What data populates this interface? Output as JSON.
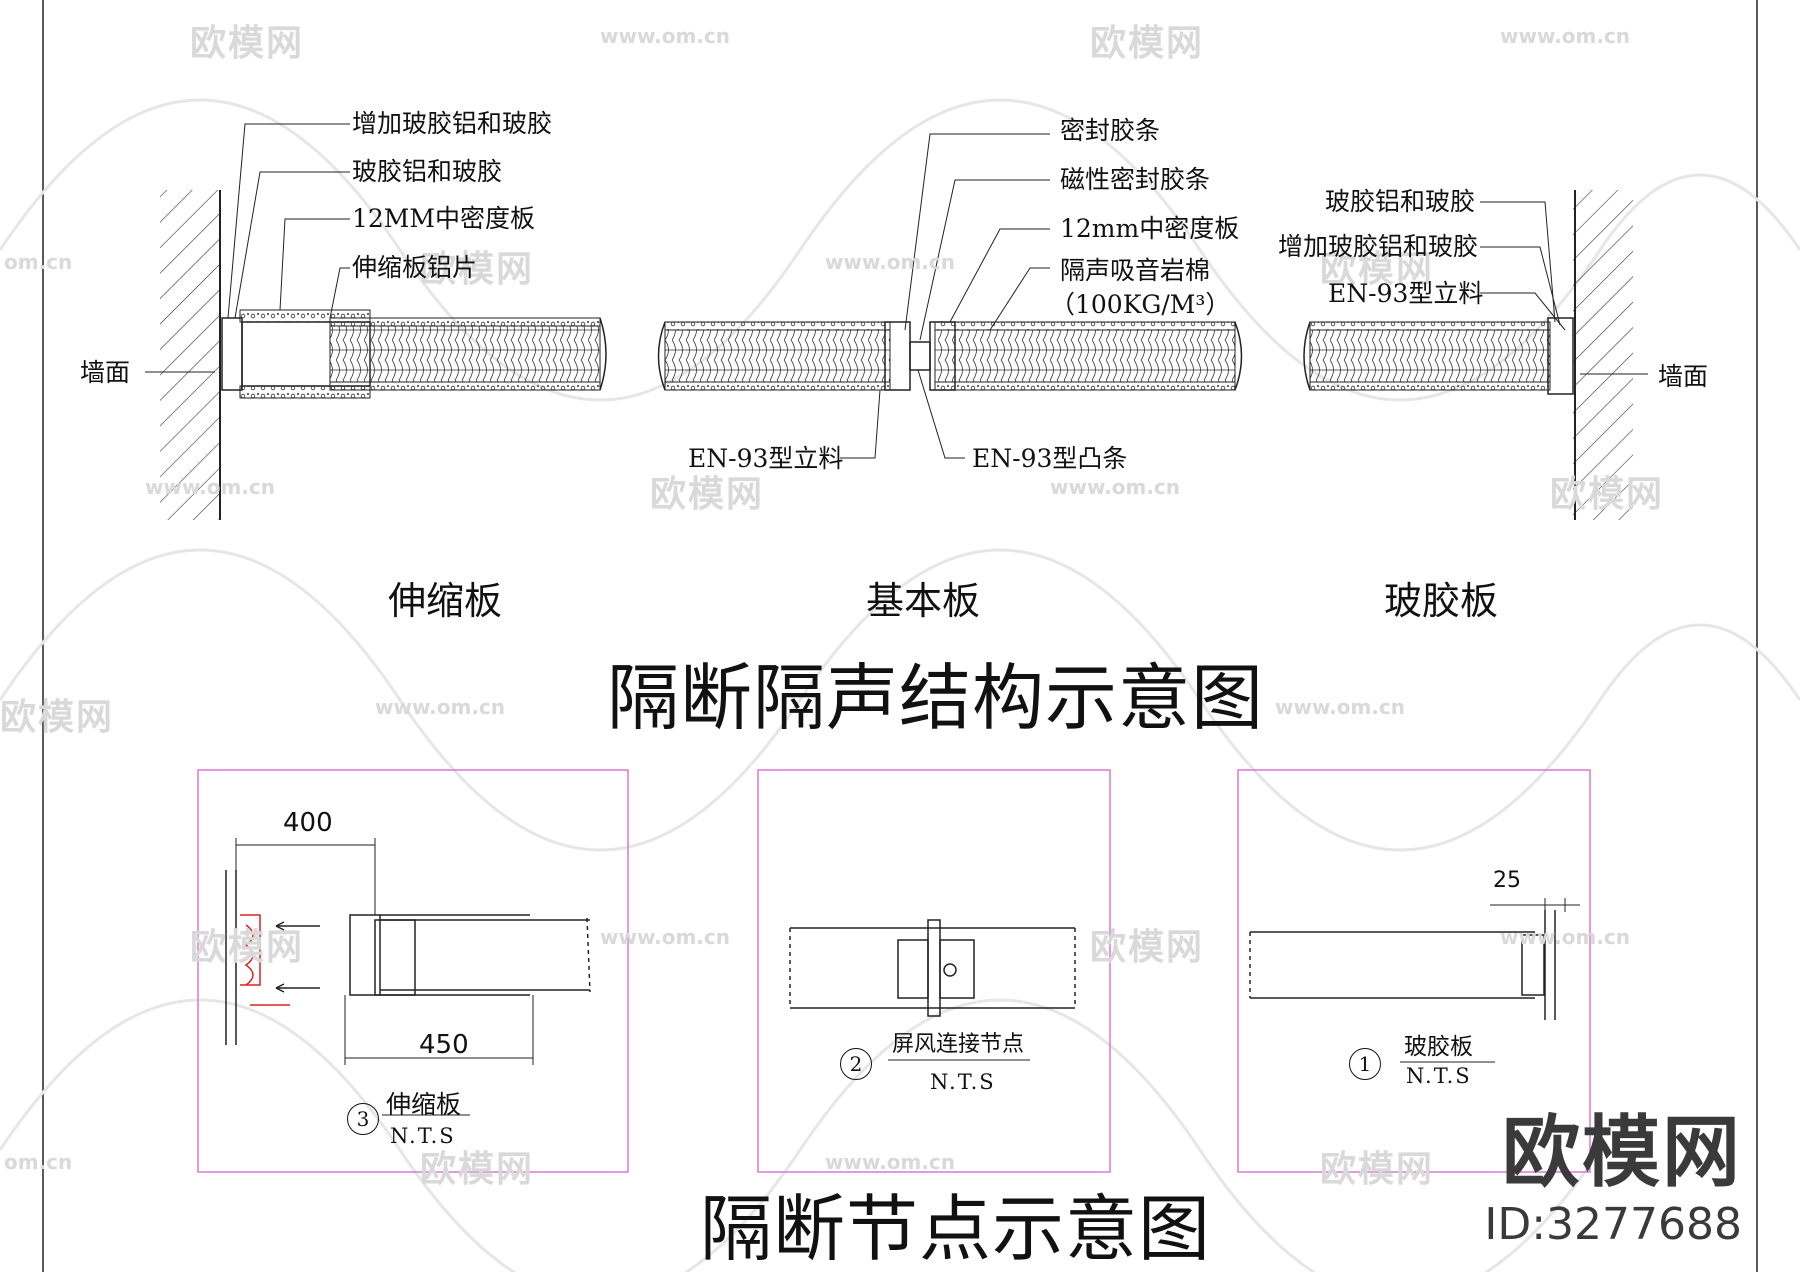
{
  "watermark": {
    "brand_cn": "欧模网",
    "url": "www.om.cn",
    "partial_url": "om.cn"
  },
  "brand": {
    "name": "欧模网",
    "id": "ID:3277688"
  },
  "top_diagram": {
    "title": "隔断隔声结构示意图",
    "left": {
      "caption": "伸缩板",
      "labels": [
        "增加玻胶铝和玻胶",
        "玻胶铝和玻胶",
        "12MM中密度板",
        "伸缩板铝片"
      ],
      "wall": "墙面"
    },
    "center": {
      "caption": "基本板",
      "labels": [
        "密封胶条",
        "磁性密封胶条",
        "12mm中密度板",
        "隔声吸音岩棉",
        "（100KG/M³）"
      ],
      "bottom_left": "EN-93型立料",
      "bottom_right": "EN-93型凸条"
    },
    "right": {
      "caption": "玻胶板",
      "labels": [
        "玻胶铝和玻胶",
        "增加玻胶铝和玻胶",
        "EN-93型立料"
      ],
      "wall": "墙面"
    }
  },
  "bottom_diagram": {
    "title": "隔断节点示意图",
    "detail3": {
      "num": "3",
      "name": "伸缩板",
      "scale": "N.T.S",
      "dim_top": "400",
      "dim_bottom": "450"
    },
    "detail2": {
      "num": "2",
      "name": "屏风连接节点",
      "scale": "N.T.S"
    },
    "detail1": {
      "num": "1",
      "name": "玻胶板",
      "scale": "N.T.S",
      "dim_top": "25"
    }
  },
  "colors": {
    "line": "#1a1a1a",
    "frame": "#d67ad6",
    "accent_red": "#d22",
    "watermark": "#d9d9d9"
  }
}
